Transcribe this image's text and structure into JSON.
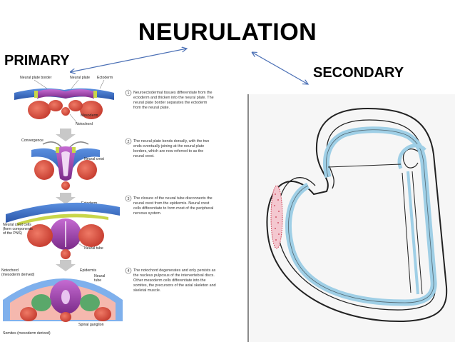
{
  "title": "NEURULATION",
  "labels": {
    "primary": "PRIMARY",
    "secondary": "SECONDARY"
  },
  "colors": {
    "arrow": "#4a6fb5",
    "mesoderm": "#d94a3a",
    "neural_plate": "#9b3aa8",
    "ectoderm": "#3a6fc4",
    "neural_crest": "#c8d64a",
    "tube_fill": "#d9ecf6",
    "red_stipple": "#c8364a"
  },
  "primary_panel": {
    "panel1": {
      "neural_plate_border": "Neural plate border",
      "neural_plate": "Neural plate",
      "ectoderm": "Ectoderm",
      "mesoderm": "Mesoderm",
      "notochord": "Notochord"
    },
    "panel2": {
      "convergence": "Convergence",
      "neural_crest": "Neural crest"
    },
    "panel3": {
      "ectoderm": "Ectoderm",
      "neural_crest_cells_1": "Neural crest cells",
      "neural_crest_cells_2": "(form components",
      "neural_crest_cells_3": "of the PNS)",
      "neural_tube": "Neural tube"
    },
    "panel4": {
      "notochord_1": "Notochord",
      "notochord_2": "(mesoderm derived)",
      "epidermis": "Epidermis",
      "neural_tube_1": "Neural",
      "neural_tube_2": "tube",
      "spinal_ganglion": "Spinal ganglion",
      "somites": "Somites (mesoderm derived)"
    },
    "steps": [
      {
        "num": "1",
        "lines": [
          "Neuroectodermal tissues differentiate from the",
          "ectoderm and thicken into the neural plate. The",
          "neural plate border separates the ectoderm",
          "from the neural plate."
        ]
      },
      {
        "num": "2",
        "lines": [
          "The neural plate bends dorsally, with the two",
          "ends eventually joining at the neural plate",
          "borders, which are now referred to as the",
          "neural crest."
        ]
      },
      {
        "num": "3",
        "lines": [
          "The closure of the neural tube disconnects the",
          "neural crest from the epidermis. Neural crest",
          "cells differentiate to form most of the peripheral",
          "nervous system."
        ]
      },
      {
        "num": "4",
        "lines": [
          "The notochord degenerates and only persists as",
          "the nucleus pulposus of the intervertebral discs.",
          "Other mesoderm cells differentiate into the",
          "somites, the precursors of the axial skeleton and",
          "skeletal muscle."
        ]
      }
    ]
  }
}
